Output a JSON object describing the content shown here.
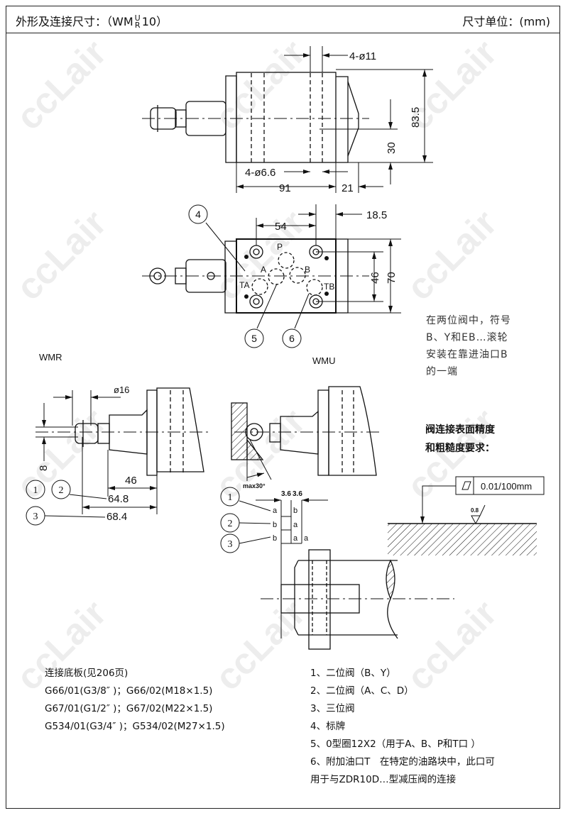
{
  "header": {
    "title_prefix": "外形及连接尺寸：（WM",
    "title_sup": "U",
    "title_sub": "R",
    "title_suffix": "10）",
    "unit": "尺寸单位：(mm)"
  },
  "top_view": {
    "d_4_11": "4-ø11",
    "d_4_66": "4-ø6.6",
    "d_91": "91",
    "d_21": "21",
    "d_83_5": "83.5",
    "d_30": "30"
  },
  "front_view": {
    "d_54": "54",
    "d_18_5": "18.5",
    "d_46": "46",
    "d_70": "70",
    "ports": {
      "p": "P",
      "a": "A",
      "b": "B",
      "ta": "TA",
      "tb": "TB"
    },
    "callouts": {
      "c4": "4",
      "c5": "5",
      "c6": "6"
    }
  },
  "wmr": {
    "label": "WMR",
    "d_16": "ø16",
    "d_8": "8",
    "d_46": "46",
    "d_64_8": "64.8",
    "d_68_4": "68.4",
    "callouts": {
      "c1": "1",
      "c2": "2",
      "c3": "3"
    }
  },
  "wmu": {
    "label": "WMU",
    "angle": "max30°",
    "d_3_6a": "3.6",
    "d_3_6b": "3.6",
    "callouts": {
      "c1": "1",
      "c2": "2",
      "c3": "3"
    },
    "table": {
      "r1": [
        "a",
        "b"
      ],
      "r2": [
        "b",
        "a"
      ],
      "r3": [
        "b",
        "a",
        "a"
      ]
    }
  },
  "note": {
    "lines": [
      "在两位阀中，符号",
      "B、Y和EB…滚轮",
      "安装在靠进油口B",
      "的一端"
    ]
  },
  "surface": {
    "heading_lines": [
      "阀连接表面精度",
      "和粗糙度要求："
    ],
    "flatness": "0.01/100mm",
    "roughness": "0.8"
  },
  "subplates": {
    "lines": [
      "连接底板(见206页)",
      "G66/01(G3/8″ )；G66/02(M18×1.5)",
      "G67/01(G1/2″ )；G67/02(M22×1.5)",
      "G534/01(G3/4″ )；G534/02(M27×1.5)"
    ]
  },
  "legend": {
    "lines": [
      "1、二位阀（B、Y）",
      "2、二位阀（A、C、D）",
      "3、三位阀",
      "4、标牌",
      "5、0型圈12X2（用于A、B、P和T口 ）",
      "6、附加油口T　在特定的油路块中，此口可",
      "用于与ZDR10D…型减压阀的连接"
    ]
  },
  "watermark": "ccLair"
}
